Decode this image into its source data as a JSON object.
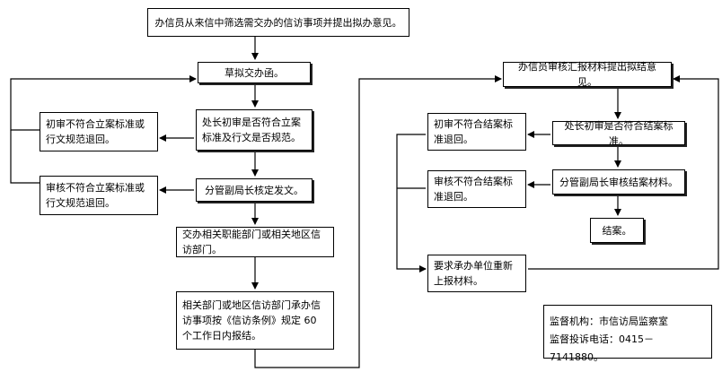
{
  "flow": {
    "top": "办信员从来信中筛选需交办的信访事项并提出拟办意见。",
    "draft": "草拟交办函。",
    "chief_review": "处长初审是否符合立案标准及行文是否规范。",
    "reject_first": "初审不符合立案标准或行文规范退回。",
    "deputy_sign": "分管副局长核定发文。",
    "reject_deputy": "审核不符合立案标准或行文规范退回。",
    "assign": "交办相关职能部门或相关地区信访部门。",
    "handle": "相关部门或地区信访部门承办信访事项按《信访条例》规定 60 个工作日内报结。",
    "review_report": "办信员审核汇报材料提出拟结意见。",
    "chief_close_review": "处长初审是否符合结案标准。",
    "reject_close_first": "初审不符合结案标准退回。",
    "deputy_close": "分管副局长审核结案材料。",
    "reject_close_deputy": "审核不符合结案标准退回。",
    "closed": "结案。",
    "resubmit": "要求承办单位重新上报材料。"
  },
  "supervision": {
    "org": "监督机构：市信访局监察室",
    "phone": "监督投诉电话：0415－7141880。"
  }
}
